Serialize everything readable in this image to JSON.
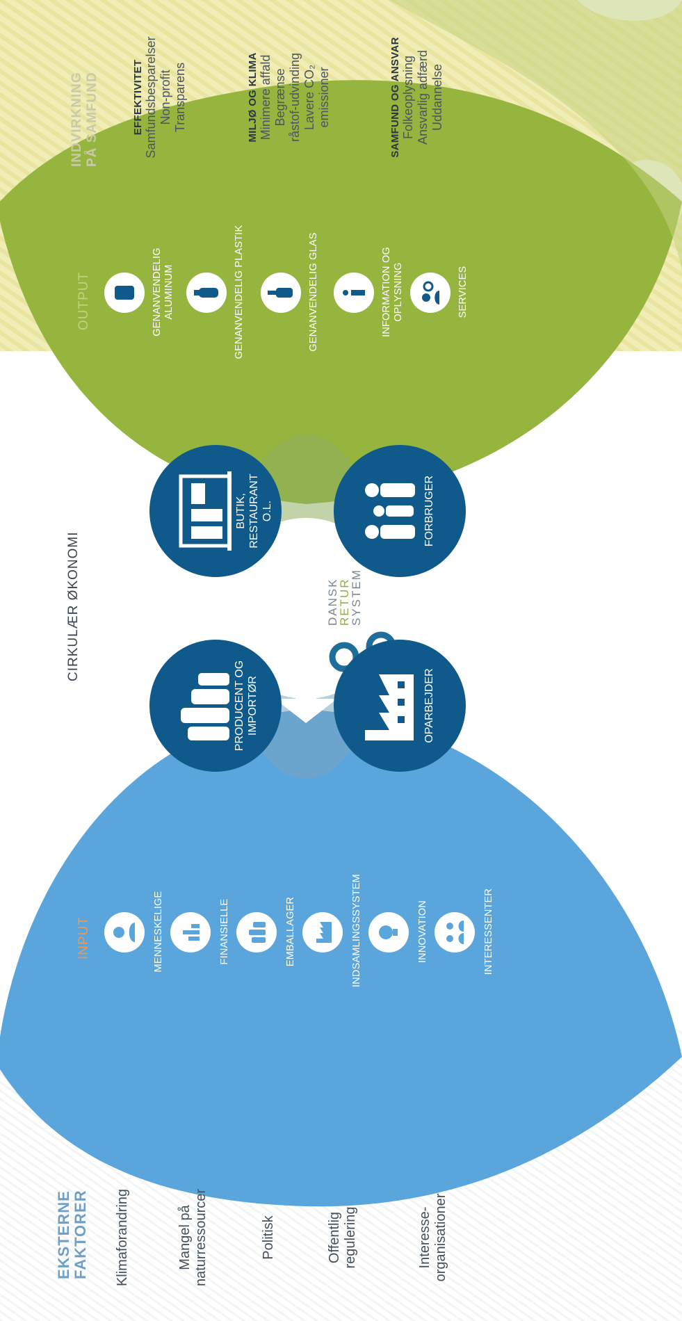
{
  "external": {
    "title_line1": "EKSTERNE",
    "title_line2": "FAKTORER",
    "factors": [
      {
        "line1": "Klimaforandring",
        "line2": ""
      },
      {
        "line1": "Mangel på",
        "line2": "naturressourcer"
      },
      {
        "line1": "Politisk",
        "line2": ""
      },
      {
        "line1": "Offentlig",
        "line2": "regulering"
      },
      {
        "line1": "Interesse-",
        "line2": "organisationer"
      }
    ]
  },
  "input": {
    "title": "INPUT",
    "items": [
      {
        "label": "MENNESKELIGE",
        "icon": "person-icon"
      },
      {
        "label": "FINANSIELLE",
        "icon": "bar-chart-icon"
      },
      {
        "label": "EMBALLAGER",
        "icon": "packaging-icon"
      },
      {
        "label": "INDSAMLINGSSYSTEM",
        "icon": "collection-factory-icon"
      },
      {
        "label": "INNOVATION",
        "icon": "lightbulb-icon"
      },
      {
        "label": "INTERESSENTER",
        "icon": "stakeholders-icon"
      }
    ]
  },
  "center": {
    "title": "CIRKULÆR ØKONOMI",
    "nodes": {
      "producer": {
        "line1": "PRODUCENT OG",
        "line2": "IMPORTØR",
        "icon": "bottles-icon"
      },
      "shop": {
        "line1": "BUTIK, RESTAURANT",
        "line2": "O.L.",
        "icon": "shop-icon"
      },
      "consumer": {
        "line1": "FORBRUGER",
        "icon": "family-icon"
      },
      "processor": {
        "line1": "OPARBEJDER",
        "icon": "factory-icon"
      }
    },
    "logo": {
      "line1": "DANSK",
      "line2": "RETUR",
      "line3": "SYSTEM"
    }
  },
  "output": {
    "title": "OUTPUT",
    "items": [
      {
        "line1": "GENANVENDELIG",
        "line2": "ALUMINUM",
        "icon": "can-icon"
      },
      {
        "line1": "GENANVENDELIG PLASTIK",
        "line2": "",
        "icon": "plastic-bottle-icon"
      },
      {
        "line1": "GENANVENDELIG GLAS",
        "line2": "",
        "icon": "glass-bottle-icon"
      },
      {
        "line1": "INFORMATION OG",
        "line2": "OPLYSNING",
        "icon": "info-icon"
      },
      {
        "line1": "SERVICES",
        "line2": "",
        "icon": "services-icon"
      }
    ]
  },
  "impact": {
    "title_line1": "INDVIRKNING",
    "title_line2": "PÅ SAMFUND",
    "groups": [
      {
        "heading": "EFFEKTIVITET",
        "items": [
          "Samfundsbesparelser",
          "Non-profit",
          "Transparens"
        ]
      },
      {
        "heading": "MILJØ OG KLIMA",
        "items": [
          "Minimere affald",
          "Begrænse",
          "råstof-udvinding",
          "Lavere CO₂",
          "emissioner"
        ]
      },
      {
        "heading": "SAMFUND OG ANSVAR",
        "items": [
          "Folkeoplysning",
          "Ansvarlig adfærd",
          "Uddannelse"
        ]
      }
    ]
  },
  "colors": {
    "input_blue": "#5aa5dc",
    "output_green": "#95b53f",
    "impact_yellow": "#f0ecb2",
    "node_navy": "#0f5a8a",
    "text_orange": "#e99a5a"
  }
}
